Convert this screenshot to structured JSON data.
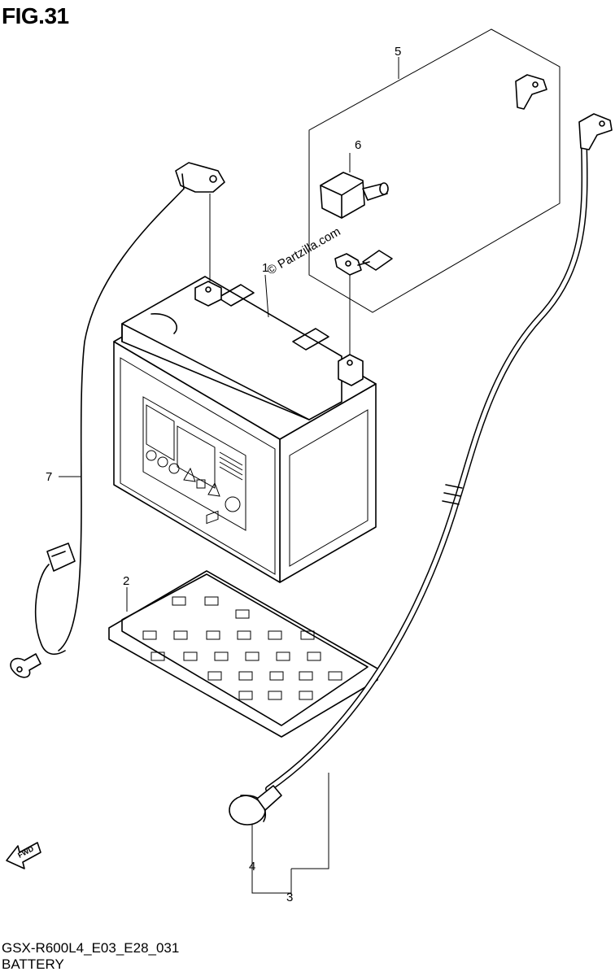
{
  "figure": {
    "title": "FIG.31",
    "model_code": "GSX-R600L4_E03_E28_031",
    "section_name": "BATTERY",
    "watermark": "© Partzilla.com",
    "fwd_label": "FWD"
  },
  "callouts": [
    {
      "id": "1",
      "part": "battery"
    },
    {
      "id": "2",
      "part": "battery-tray"
    },
    {
      "id": "3",
      "part": "negative-cable-assembly"
    },
    {
      "id": "4",
      "part": "terminal-cover"
    },
    {
      "id": "5",
      "part": "positive-cable-assembly"
    },
    {
      "id": "6",
      "part": "starter-relay-cover"
    },
    {
      "id": "7",
      "part": "ground-lead"
    }
  ]
}
